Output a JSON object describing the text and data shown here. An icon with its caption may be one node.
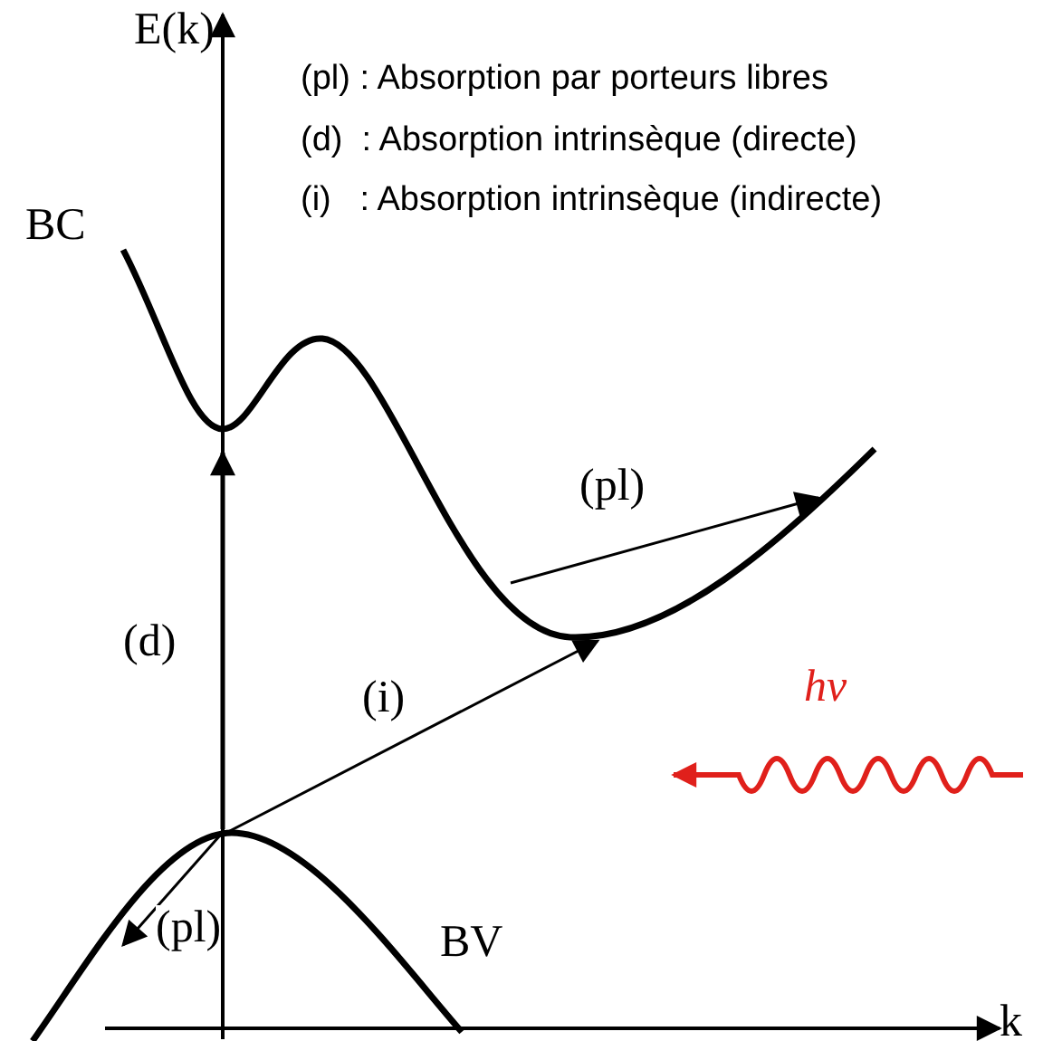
{
  "diagram": {
    "nodes": [
      {
        "text": [
          "BC"
        ]
      },
      {
        "text": [
          "BV"
        ]
      }
    ],
    "edges": [
      {
        "from": 0,
        "to": 0,
        "arrow": "to",
        "label": "(pl)"
      },
      {
        "from": 1,
        "to": 0,
        "arrow": "to",
        "label": "(d)"
      },
      {
        "from": 1,
        "to": 0,
        "arrow": "to",
        "label": "(i)"
      },
      {
        "from": 1,
        "to": 1,
        "arrow": "to",
        "label": "(pl)"
      }
    ],
    "labels": [
      "E(k)",
      "(pl) : Absorption par porteurs libres",
      "(d)  : Absorption intrinsèque (directe)",
      "(i)   : Absorption intrinsèque (indirecte)",
      "hν",
      "k"
    ]
  }
}
